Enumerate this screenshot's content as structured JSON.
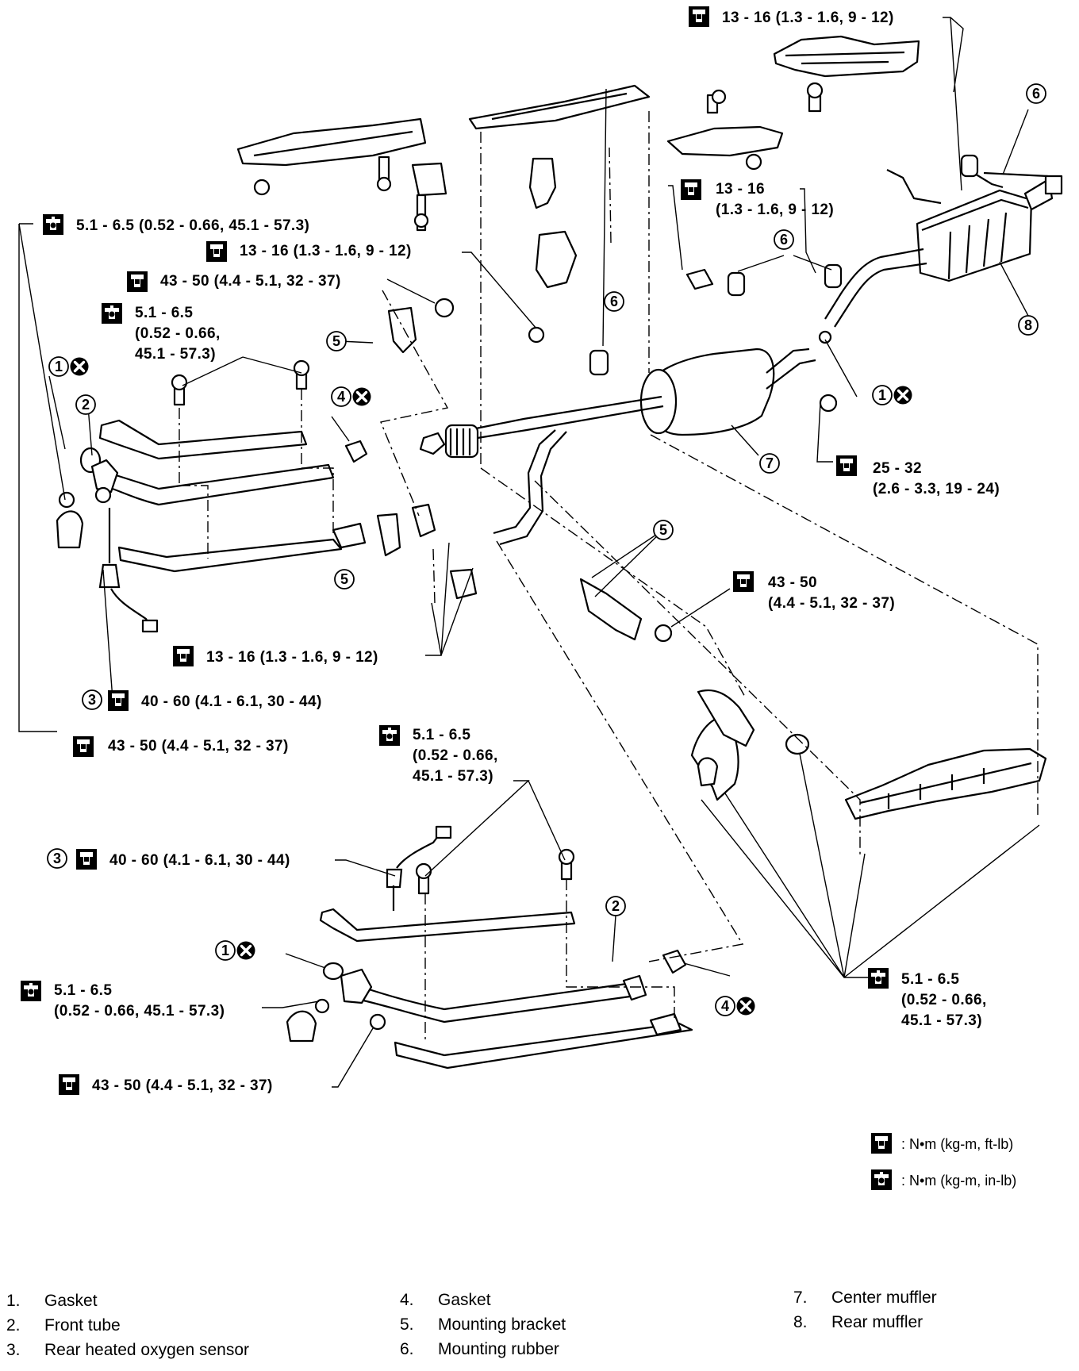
{
  "torque_specs": {
    "t_top_right": "13 - 16 (1.3 - 1.6, 9 - 12)",
    "t_mid_right_1": "13 - 16",
    "t_mid_right_2": "(1.3 - 1.6, 9 - 12)",
    "t_top_left": "5.1 - 6.5 (0.52 - 0.66, 45.1 - 57.3)",
    "t_13_16_a": "13 - 16 (1.3 - 1.6, 9 - 12)",
    "t_43_50_a": "43 - 50 (4.4 - 5.1, 32 - 37)",
    "t_51_a_1": "5.1 - 6.5",
    "t_51_a_2": "(0.52 - 0.66,",
    "t_51_a_3": "45.1 - 57.3)",
    "t_25_32_1": "25 - 32",
    "t_25_32_2": "(2.6 - 3.3, 19 - 24)",
    "t_43_50_b_1": "43 - 50",
    "t_43_50_b_2": "(4.4 - 5.1, 32 - 37)",
    "t_13_16_b": "13 - 16 (1.3 - 1.6, 9 - 12)",
    "t_40_60_a": "40 - 60 (4.1 - 6.1, 30 - 44)",
    "t_43_50_c": "43 - 50 (4.4 - 5.1, 32 - 37)",
    "t_51_b_1": "5.1 - 6.5",
    "t_51_b_2": "(0.52 - 0.66,",
    "t_51_b_3": "45.1 - 57.3)",
    "t_40_60_b": "40 - 60 (4.1 - 6.1, 30 - 44)",
    "t_51_c_1": "5.1 - 6.5",
    "t_51_c_2": "(0.52 - 0.66,",
    "t_51_c_3": "45.1 - 57.3)",
    "t_51_d_1": "5.1 - 6.5",
    "t_51_d_2": "(0.52 - 0.66, 45.1 - 57.3)",
    "t_43_50_d": "43 - 50 (4.4 - 5.1, 32 - 37)"
  },
  "callout_numbers": [
    "1",
    "2",
    "3",
    "4",
    "5",
    "6",
    "7",
    "8"
  ],
  "legend": {
    "ft_lb": ": N•m (kg-m, ft-lb)",
    "in_lb": ": N•m (kg-m, in-lb)"
  },
  "parts_list": [
    {
      "num": "1.",
      "label": "Gasket"
    },
    {
      "num": "2.",
      "label": "Front tube"
    },
    {
      "num": "3.",
      "label": "Rear heated oxygen sensor"
    },
    {
      "num": "4.",
      "label": "Gasket"
    },
    {
      "num": "5.",
      "label": "Mounting bracket"
    },
    {
      "num": "6.",
      "label": "Mounting rubber"
    },
    {
      "num": "7.",
      "label": "Center muffler"
    },
    {
      "num": "8.",
      "label": "Rear muffler"
    }
  ],
  "icons": {
    "torque_ft_lb": "wrench-ft-lb-icon",
    "torque_in_lb": "wrench-in-lb-icon",
    "do_not_reuse": "do-not-reuse-icon"
  }
}
